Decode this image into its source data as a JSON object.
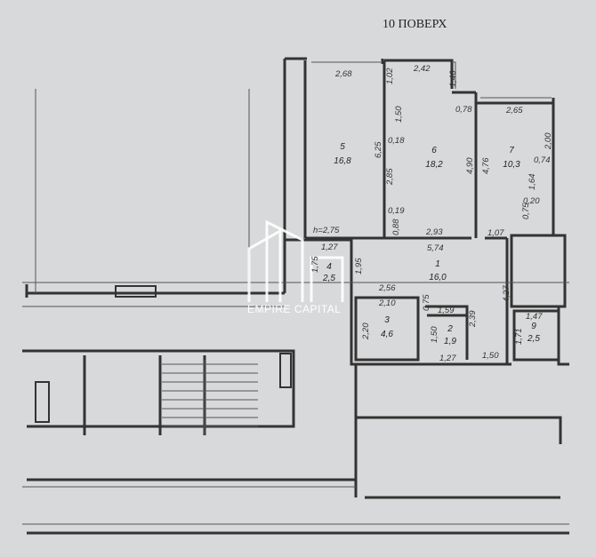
{
  "title": "10 ПОВЕРХ",
  "watermark": "EMPIRE CAPITAL",
  "ceiling_height": "h=2,75",
  "rooms": [
    {
      "number": "5",
      "area": "16,8"
    },
    {
      "number": "6",
      "area": "18,2"
    },
    {
      "number": "7",
      "area": "10,3"
    },
    {
      "number": "1",
      "area": "16,0"
    },
    {
      "number": "4",
      "area": "2,5"
    },
    {
      "number": "3",
      "area": "4,6"
    },
    {
      "number": "2",
      "area": "1,9"
    },
    {
      "number": "9",
      "area": "2,5"
    }
  ],
  "dimensions": [
    "2,68",
    "2,42",
    "1,46",
    "1,02",
    "1,50",
    "0,18",
    "6,25",
    "2,85",
    "0,19",
    "0,88",
    "2,93",
    "5,74",
    "4,90",
    "4,76",
    "0,78",
    "2,65",
    "2,00",
    "0,74",
    "1,64",
    "0,20",
    "0,75",
    "1,07",
    "1,27",
    "1,95",
    "1,75",
    "2,56",
    "2,10",
    "0,75",
    "1,59",
    "2,39",
    "2,20",
    "1,50",
    "1,27",
    "1,50",
    "4,27",
    "1,47",
    "1,71"
  ]
}
